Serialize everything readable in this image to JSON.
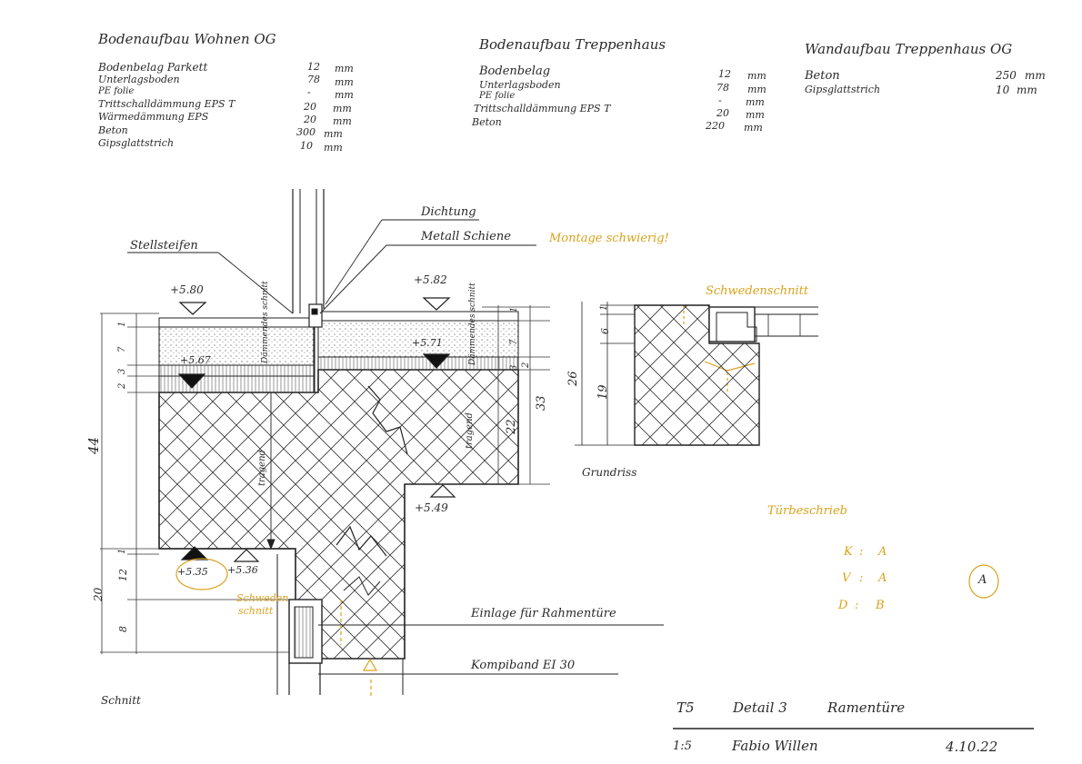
{
  "wohnen": {
    "title": "Bodenaufbau Wohnen OG",
    "rows": [
      {
        "label": "Bodenbelag Parkett",
        "val": "12",
        "unit": "mm"
      },
      {
        "label": "Unterlagsboden",
        "val": "78",
        "unit": "mm"
      },
      {
        "label": "PE folie",
        "val": "-",
        "unit": "mm"
      },
      {
        "label": "Trittschalldämmung EPS T",
        "val": "20",
        "unit": "mm"
      },
      {
        "label": "Wärmedämmung EPS",
        "val": "20",
        "unit": "mm"
      },
      {
        "label": "Beton",
        "val": "300",
        "unit": "mm"
      },
      {
        "label": "Gipsglattstrich",
        "val": "10",
        "unit": "mm"
      }
    ]
  },
  "treppenhaus": {
    "title": "Bodenaufbau Treppenhaus",
    "rows": [
      {
        "label": "Bodenbelag",
        "val": "12",
        "unit": "mm"
      },
      {
        "label": "Unterlagsboden",
        "val": "78",
        "unit": "mm"
      },
      {
        "label": "PE folie",
        "val": "-",
        "unit": "mm"
      },
      {
        "label": "Trittschalldämmung EPS T",
        "val": "20",
        "unit": "mm"
      },
      {
        "label": "Beton",
        "val": "220",
        "unit": "mm"
      }
    ]
  },
  "wand": {
    "title": "Wandaufbau Treppenhaus OG",
    "rows": [
      {
        "label": "Beton",
        "val": "250",
        "unit": "mm"
      },
      {
        "label": "Gipsglattstrich",
        "val": "10",
        "unit": "mm"
      }
    ]
  },
  "labels": {
    "dichtung": "Dichtung",
    "metall": "Metall Schiene",
    "montage": "Montage schwierig!",
    "stellsteifen": "Stellsteifen",
    "schwedenschnitt_plan": "Schwedenschnitt",
    "grundriss": "Grundriss",
    "schwedenschnitt_sec_1": "Schweden",
    "schwedenschnitt_sec_2": "schnitt",
    "einlage": "Einlage für Rahmentüre",
    "kompiband": "Kompiband EI 30",
    "schnitt": "Schnitt",
    "daemm_left": "Dämmendes schnitt",
    "daemm_right": "Dämmendes schnitt",
    "tragend_left": "tragend",
    "tragend_right": "tragend"
  },
  "levels": {
    "l580": "+5.80",
    "l582": "+5.82",
    "l567": "+5.67",
    "l571": "+5.71",
    "l549": "+5.49",
    "l535": "+5.35",
    "l536": "+5.36"
  },
  "dims": {
    "left": [
      "1",
      "7",
      "3",
      "2",
      "44",
      "1",
      "12",
      "20",
      "8"
    ],
    "right": [
      "1",
      "7",
      "3",
      "2",
      "33",
      "22"
    ],
    "plan": [
      "1",
      "6",
      "26",
      "19"
    ]
  },
  "tuer": {
    "title": "Türbeschrieb",
    "rows": [
      {
        "k": "K",
        "v": "A"
      },
      {
        "k": "V",
        "v": "A"
      },
      {
        "k": "D",
        "v": "B"
      }
    ],
    "circle": "A"
  },
  "titleblock": {
    "code": "T5",
    "detail": "Detail 3",
    "name": "Ramentüre",
    "scale": "1:5",
    "author": "Fabio Willen",
    "date": "4.10.22"
  }
}
